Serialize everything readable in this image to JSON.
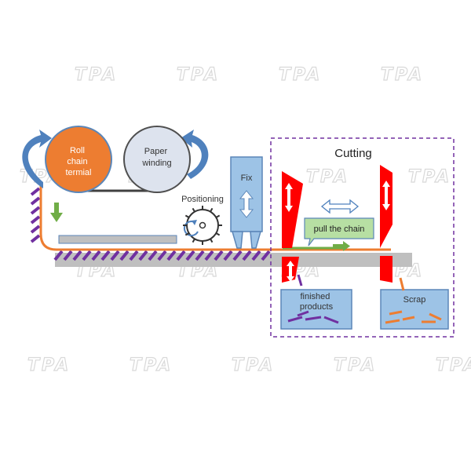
{
  "watermark": "TPA",
  "labels": {
    "roll_chain_terminal": [
      "Roll",
      "chain",
      "termial"
    ],
    "paper_winding": [
      "Paper",
      "winding"
    ],
    "positioning": "Positioning",
    "fix": "Fix",
    "cutting": "Cutting",
    "pull_the_chain": "pull the chain",
    "finished_products": [
      "finished",
      "products"
    ],
    "scrap": "Scrap"
  },
  "colors": {
    "roll": "#ed7d31",
    "paper_roll": "#dde3ee",
    "box_fill": "#9dc3e6",
    "box_stroke": "#5b86b8",
    "rail": "#bfbfbf",
    "chain": "#ed7d31",
    "hatch": "#7030a0",
    "blade": "#ff0000",
    "green": "#70ad47",
    "blue_arrow": "#4f81bd",
    "dash_frame": "#7030a0"
  }
}
